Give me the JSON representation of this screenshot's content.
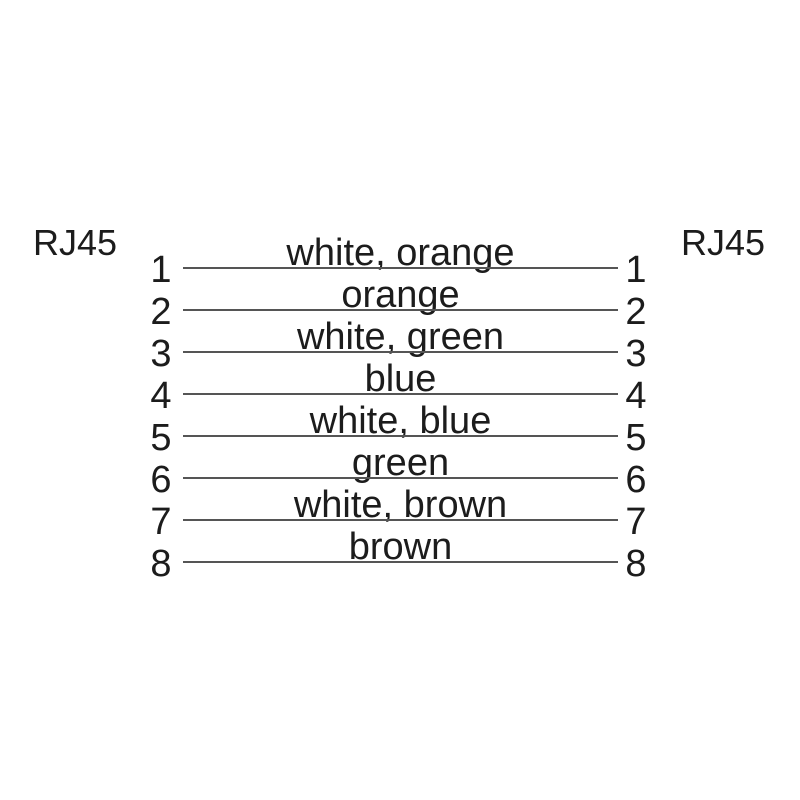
{
  "diagram": {
    "type": "cable-pinout",
    "left_connector": {
      "label": "RJ45"
    },
    "right_connector": {
      "label": "RJ45"
    },
    "wires": [
      {
        "left_pin": "1",
        "label": "white, orange",
        "right_pin": "1"
      },
      {
        "left_pin": "2",
        "label": "orange",
        "right_pin": "2"
      },
      {
        "left_pin": "3",
        "label": "white, green",
        "right_pin": "3"
      },
      {
        "left_pin": "4",
        "label": "blue",
        "right_pin": "4"
      },
      {
        "left_pin": "5",
        "label": "white, blue",
        "right_pin": "5"
      },
      {
        "left_pin": "6",
        "label": "green",
        "right_pin": "6"
      },
      {
        "left_pin": "7",
        "label": "white, brown",
        "right_pin": "7"
      },
      {
        "left_pin": "8",
        "label": "brown",
        "right_pin": "8"
      }
    ],
    "colors": {
      "background": "#ffffff",
      "text": "#1c1c1c",
      "wire_line": "#555555"
    }
  }
}
